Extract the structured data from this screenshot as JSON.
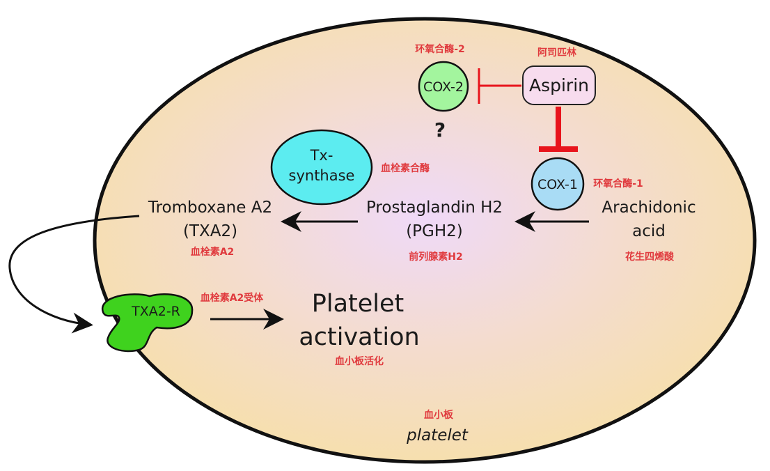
{
  "cell": {
    "label_cn": "血小板",
    "label_en": "platelet"
  },
  "nodes": {
    "cox2": {
      "label": "COX-2",
      "label_cn": "环氧合酶-2",
      "unknown": "?"
    },
    "aspirin": {
      "label": "Aspirin",
      "label_cn": "阿司匹林"
    },
    "cox1": {
      "label": "COX-1",
      "label_cn": "环氧合酶-1"
    },
    "tx_synthase": {
      "line1": "Tx-",
      "line2": "synthase",
      "label_cn": "血栓素合酶"
    },
    "arachidonic": {
      "line1": "Arachidonic",
      "line2": "acid",
      "label_cn": "花生四烯酸"
    },
    "pgh2": {
      "line1": "Prostaglandin H2",
      "line2": "(PGH2)",
      "label_cn": "前列腺素H2"
    },
    "txa2": {
      "line1": "Tromboxane A2",
      "line2": "(TXA2)",
      "label_cn": "血栓素A2"
    },
    "receptor": {
      "label": "TXA2-R",
      "label_cn": "血栓素A2受体"
    },
    "activation": {
      "line1": "Platelet",
      "line2": "activation",
      "label_cn": "血小板活化"
    }
  },
  "colors": {
    "cell_outer": "#f6dfae",
    "cell_inner": "#f0dcf7",
    "cox2_fill": "#a3f59e",
    "cox1_fill": "#a9dcf5",
    "tx_synthase_fill": "#5cecf0",
    "aspirin_fill": "#f7dcee",
    "receptor_fill": "#3fd21e",
    "inhibition": "#e8141c",
    "arrow": "#111111",
    "chinese_label": "#e03a3e"
  }
}
